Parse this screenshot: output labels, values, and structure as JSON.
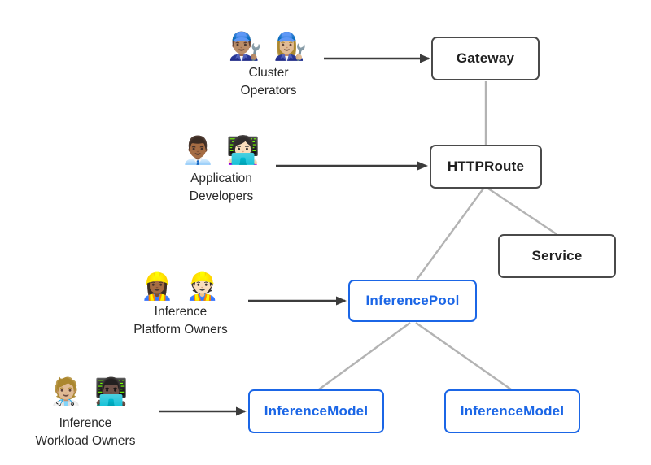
{
  "diagram": {
    "personas": [
      {
        "id": "cluster-operators",
        "emoji": "👨🏽‍🔧 👩🏼‍🔧",
        "line1": "Cluster",
        "line2": "Operators"
      },
      {
        "id": "application-developers",
        "emoji": "👨🏾‍💼 👩🏻‍💻",
        "line1": "Application",
        "line2": "Developers"
      },
      {
        "id": "inference-platform-owners",
        "emoji": "👷🏾‍♀️ 👷🏻",
        "line1": "Inference",
        "line2": "Platform Owners"
      },
      {
        "id": "inference-workload-owners",
        "emoji": "🧑🏼‍⚕️ 👨🏿‍💻",
        "line1": "Inference",
        "line2": "Workload Owners"
      }
    ],
    "nodes": {
      "gateway": "Gateway",
      "httproute": "HTTPRoute",
      "service": "Service",
      "inferencepool": "InferencePool",
      "inferencemodel1": "InferenceModel",
      "inferencemodel2": "InferenceModel"
    },
    "colors": {
      "accent_blue": "#1b66e6",
      "node_border_dark": "#4a4a4a",
      "node_text_dark": "#1f1f1f",
      "edge_gray": "#b3b3b3",
      "arrow_dark": "#3c3c3c",
      "label_text": "#2a2a2a",
      "background": "#ffffff"
    }
  }
}
